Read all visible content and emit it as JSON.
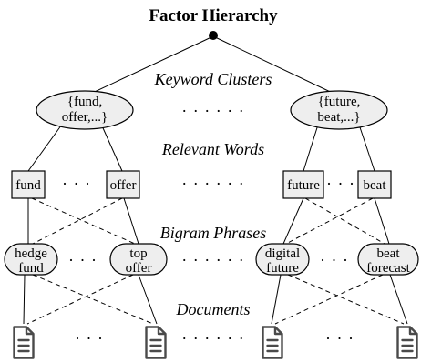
{
  "title": "Factor Hierarchy",
  "levels": {
    "keyword_clusters": "Keyword Clusters",
    "relevant_words": "Relevant Words",
    "bigram_phrases": "Bigram Phrases",
    "documents": "Documents"
  },
  "clusters": [
    {
      "line1": "{fund,",
      "line2": "offer,...}"
    },
    {
      "line1": "{future,",
      "line2": "beat,...}"
    }
  ],
  "words": [
    "fund",
    "offer",
    "future",
    "beat"
  ],
  "phrases": [
    {
      "line1": "hedge",
      "line2": "fund"
    },
    {
      "line1": "top",
      "line2": "offer"
    },
    {
      "line1": "digital",
      "line2": "future"
    },
    {
      "line1": "beat",
      "line2": "forecast"
    }
  ],
  "ellipsis": {
    "short": "· · ·",
    "long": "· · · · · ·"
  },
  "icons": {
    "document": "document-icon",
    "root": "root-node-dot"
  }
}
